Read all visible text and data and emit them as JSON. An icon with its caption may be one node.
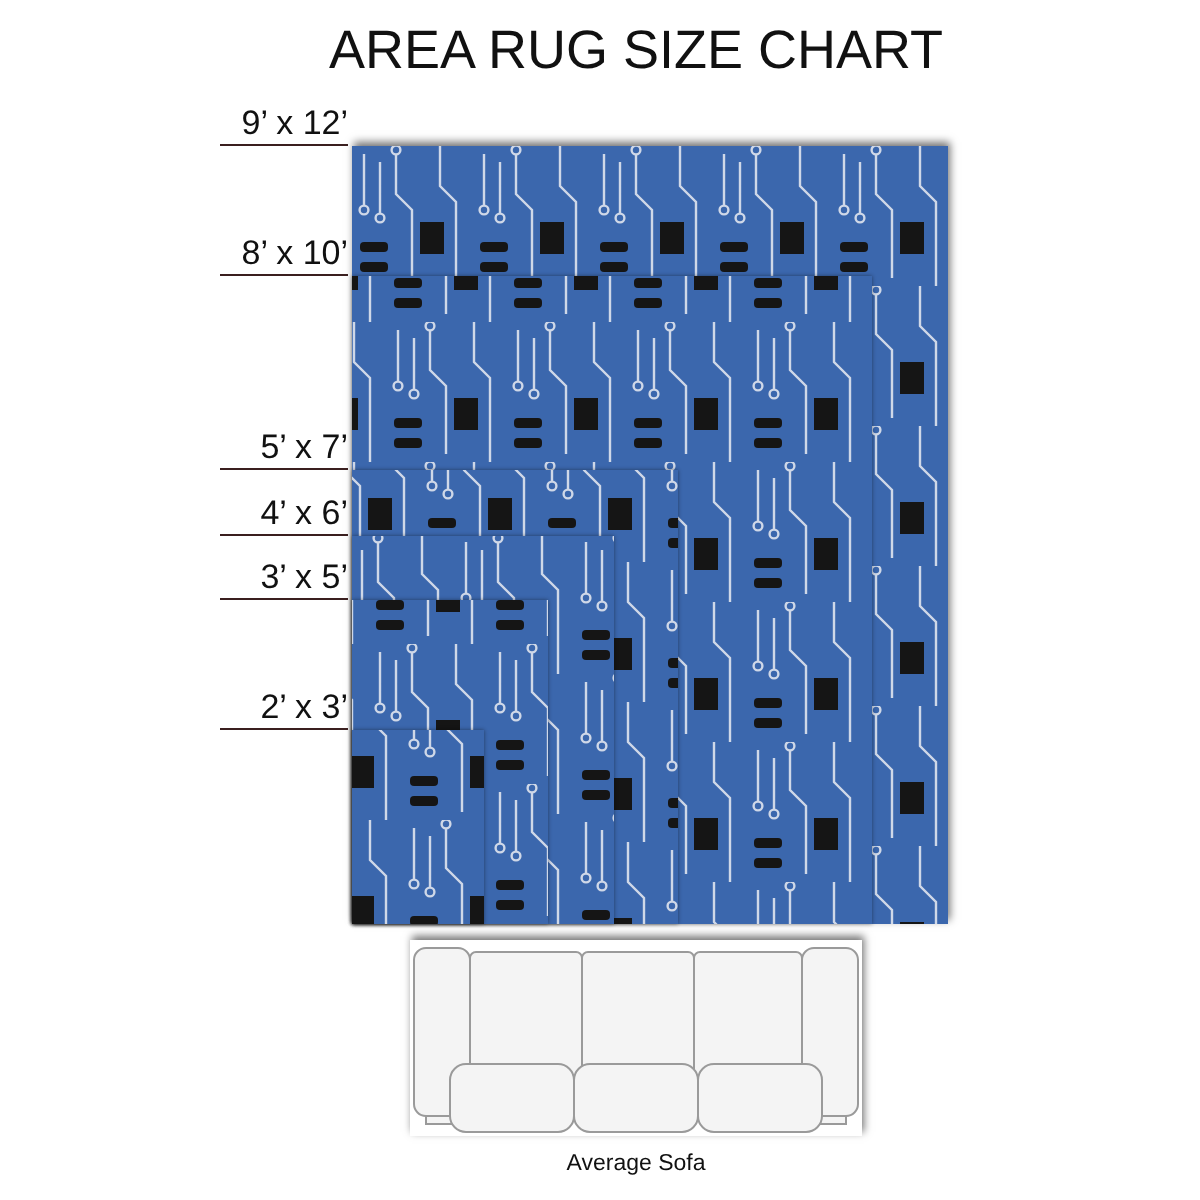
{
  "diagram": {
    "title": "AREA RUG SIZE CHART",
    "nodes": [
      {
        "text": [],
        "shape": "box",
        "beside": [
          "9’ x 12’"
        ]
      },
      {
        "text": [],
        "shape": "box",
        "beside": [
          "8’ x 10’"
        ],
        "in": 0
      },
      {
        "text": [],
        "shape": "box",
        "beside": [
          "5’ x 7’"
        ],
        "in": 1
      },
      {
        "text": [],
        "shape": "box",
        "beside": [
          "4’ x 6’"
        ],
        "in": 2
      },
      {
        "text": [],
        "shape": "box",
        "beside": [
          "3’ x 5’"
        ],
        "in": 3
      },
      {
        "text": [],
        "shape": "box",
        "beside": [
          "2’ x 3’"
        ],
        "in": 4
      },
      {
        "text": [],
        "shape": "picture",
        "beside": [
          "Average Sofa"
        ]
      }
    ],
    "edges": []
  }
}
